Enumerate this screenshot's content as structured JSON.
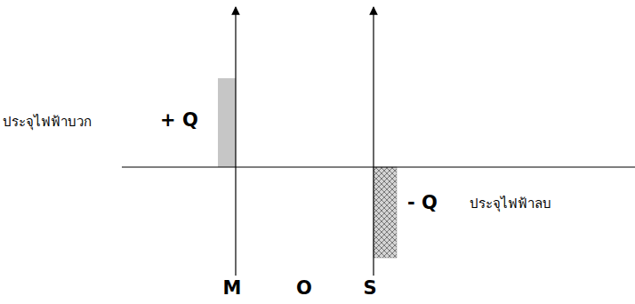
{
  "diagram": {
    "labels": [
      "ประจุไฟฟ้าบวก",
      "+ Q",
      "- Q",
      "ประจุไฟฟ้าลบ",
      "M",
      "O",
      "S"
    ]
  }
}
